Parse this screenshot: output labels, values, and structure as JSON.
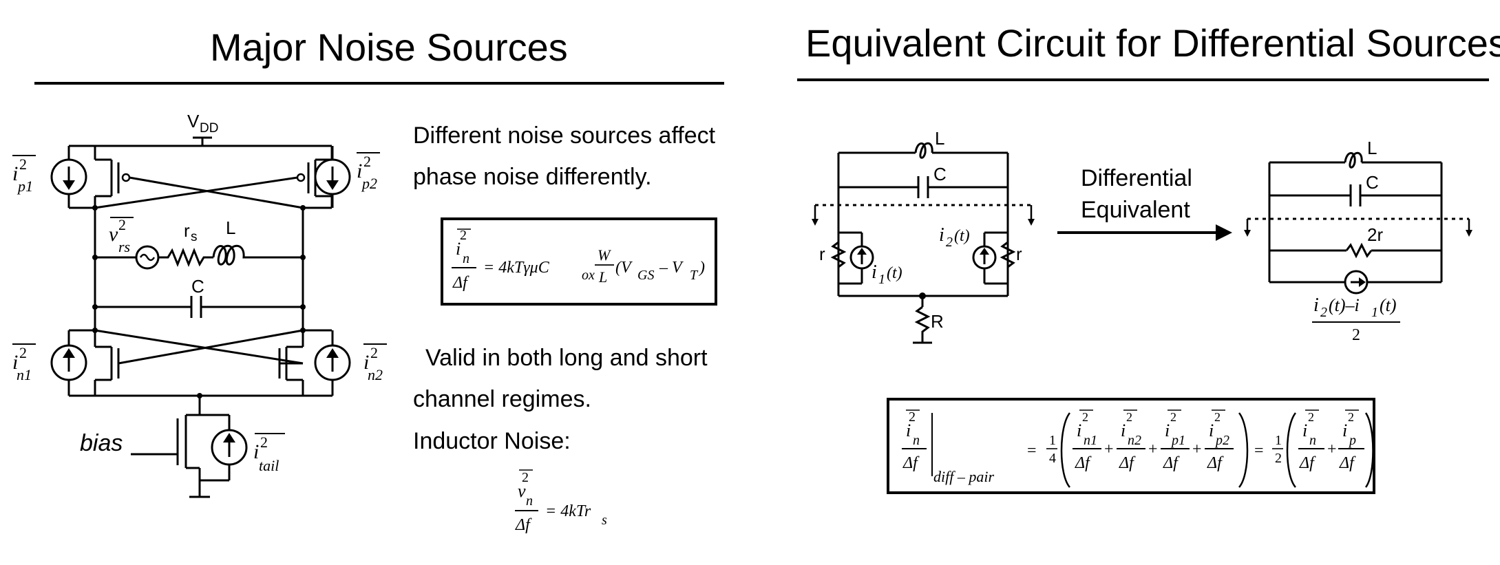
{
  "left_title": "Major Noise Sources",
  "right_title": "Equivalent Circuit for Differential Sources",
  "description": {
    "line1": "Different noise sources affect",
    "line2": "phase noise differently."
  },
  "valid_text": {
    "line1": "Valid in both long and short",
    "line2": "channel regimes."
  },
  "inductor_noise_label": "Inductor Noise:",
  "schematic_labels": {
    "vdd_main": "V",
    "vdd_sub": "DD",
    "rs_main": "r",
    "rs_sub": "s",
    "inductor": "L",
    "capacitor": "C",
    "bias": "bias",
    "ip1": "p1",
    "ip2": "p2",
    "in1": "n1",
    "in2": "n2",
    "itail": "tail",
    "vrs": "rs",
    "i": "i",
    "v": "v",
    "sq": "2"
  },
  "formula_drain": {
    "num_i": "i",
    "num_sub": "n",
    "num_sup": "2",
    "den": "Δf",
    "rhs_a": "= 4kTγμC",
    "rhs_ox": "ox",
    "rhs_W": "W",
    "rhs_L": "L",
    "rhs_b": "(V",
    "rhs_gs": "GS",
    "rhs_c": "– V",
    "rhs_t": "T",
    "rhs_d": ")"
  },
  "formula_inductor": {
    "num_v": "v",
    "num_sub": "n",
    "num_sup": "2",
    "den": "Δf",
    "rhs": "= 4kTr",
    "rhs_sub": "s"
  },
  "equiv_circuit": {
    "left_L": "L",
    "left_C": "C",
    "left_r1": "r",
    "left_r2": "r",
    "left_R": "R",
    "i1": "i",
    "i1_sub": "1",
    "i1_arg": "(t)",
    "i2": "i",
    "i2_sub": "2",
    "i2_arg": "(t)",
    "arrow_label_1": "Differential",
    "arrow_label_2": "Equivalent",
    "right_L": "L",
    "right_C": "C",
    "right_2r": "2r",
    "src_num_a": "i",
    "src_num_a_sub": "2",
    "src_num_b": "(t)–i",
    "src_num_b_sub": "1",
    "src_num_c": "(t)",
    "src_den": "2"
  },
  "formula_diff": {
    "lhs_i": "i",
    "lhs_sub": "n",
    "lhs_sup": "2",
    "lhs_den": "Δf",
    "eval_sub": "diff – pair",
    "eq": "=",
    "frac_quarter_num": "1",
    "frac_quarter_den": "4",
    "t1": "n1",
    "t2": "n2",
    "t3": "p1",
    "t4": "p2",
    "plus": "+",
    "frac_half_num": "1",
    "frac_half_den": "2",
    "t5": "n",
    "t6": "p"
  }
}
